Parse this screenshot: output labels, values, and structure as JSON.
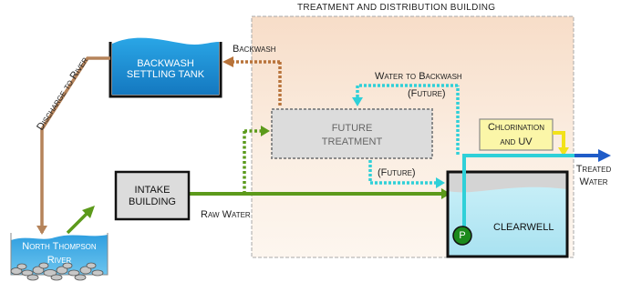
{
  "building": {
    "title": "TREATMENT AND DISTRIBUTION BUILDING"
  },
  "tank": {
    "line1": "BACKWASH",
    "line2": "SETTLING TANK"
  },
  "backwash": {
    "label": "Backwash"
  },
  "discharge": {
    "label": "Discharge to River"
  },
  "water_to_backwash": {
    "label": "Water to Backwash",
    "future": "(Future)"
  },
  "future_treatment": {
    "line1": "FUTURE",
    "line2": "TREATMENT"
  },
  "chlorination": {
    "line1": "Chlorination",
    "line2": "and UV"
  },
  "treated": {
    "line1": "Treated",
    "line2": "Water"
  },
  "future2": {
    "label": "(Future)"
  },
  "intake": {
    "line1": "INTAKE",
    "line2": "BUILDING"
  },
  "raw_water": {
    "label": "Raw Water"
  },
  "clearwell": {
    "label": "CLEARWELL"
  },
  "pump": {
    "label": "P"
  },
  "river": {
    "line1": "North Thompson",
    "line2": "River"
  },
  "colors": {
    "building_fill": "#f6dcc4",
    "backwash_line": "#b8733a",
    "discharge_line": "#b5835a",
    "raw_water_line": "#5c9a1b",
    "cyan_line": "#2fd0d8",
    "treated_line": "#1f5cc8",
    "chlorine_box": "#fbf6a8",
    "chlorine_line": "#f2e21a",
    "future_box": "#dcdcdc",
    "tank_water": "#1e8fd0",
    "pump_green": "#1c8a1c"
  }
}
